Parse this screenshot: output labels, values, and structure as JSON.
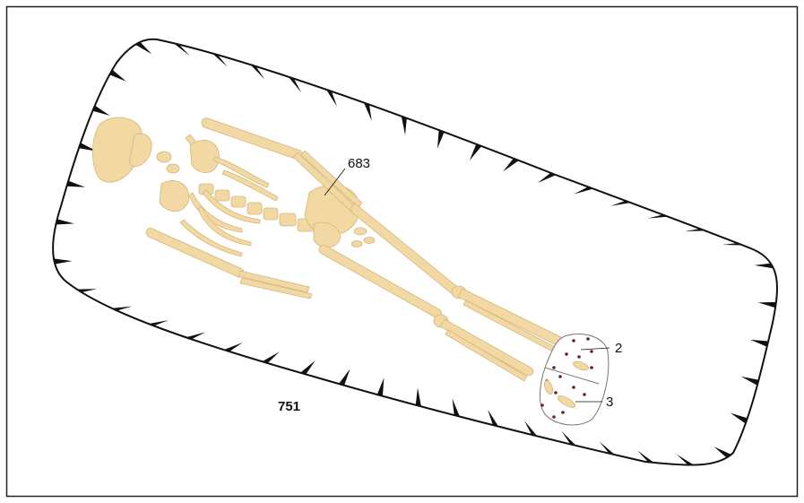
{
  "figure": {
    "grave_label": "751",
    "skeleton_label": "683",
    "deposit_labels": [
      "2",
      "3"
    ]
  },
  "colors": {
    "bone": "#f2d9a4",
    "bone_outline": "#d4b67c",
    "grave_outline": "#111111",
    "hachure": "#111111",
    "bead": "#6b1f2a",
    "frame": "#222222"
  }
}
